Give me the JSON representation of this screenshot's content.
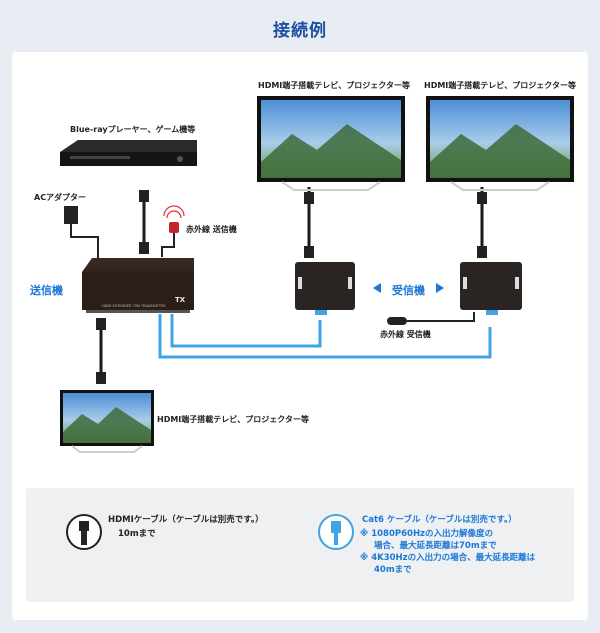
{
  "title": "接続例",
  "labels": {
    "bluray": "Blue-rayプレーヤー、ゲーム機等",
    "tv_top_left": "HDMI端子搭載テレビ、プロジェクター等",
    "tv_top_right": "HDMI端子搭載テレビ、プロジェクター等",
    "ac_adapter": "ACアダプター",
    "ir_tx": "赤外線 送信機",
    "transmitter": "送信機",
    "receiver": "受信機",
    "ir_rx": "赤外線 受信機",
    "tv_bottom": "HDMI端子搭載テレビ、プロジェクター等",
    "tx_mark": "TX",
    "tx_model": "HDMI EXTENDER 70M   TRANSMITTER"
  },
  "legend": {
    "hdmi_line1": "HDMIケーブル（ケーブルは別売です。）",
    "hdmi_line2": "10mまで",
    "cat6_line1": "Cat6 ケーブル（ケーブルは別売です。）",
    "cat6_note1a": "※ 1080P60Hzの入出力解像度の",
    "cat6_note1b": "場合、最大延長距離は70mまで",
    "cat6_note2a": "※ 4K30Hzの入出力の場合、最大延長距離は",
    "cat6_note2b": "40mまで"
  },
  "colors": {
    "title": "#1f4fa3",
    "accent": "#1a78d6",
    "cable": "#3fa3e6"
  }
}
